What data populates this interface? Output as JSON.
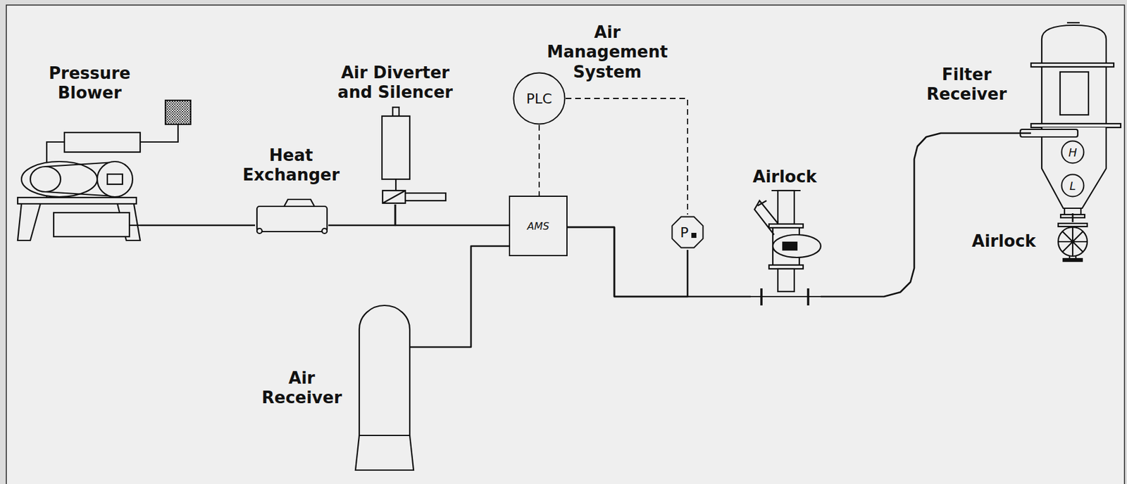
{
  "diagram": {
    "nodes": [
      {
        "text": [
          "Pressure Blower"
        ]
      },
      {
        "text": [
          "Heat Exchanger"
        ]
      },
      {
        "text": [
          "Air Diverter and Silencer"
        ]
      },
      {
        "text": [
          "Air Management System",
          "PLC"
        ]
      },
      {
        "text": [
          "AMS"
        ]
      },
      {
        "text": [
          "Air Receiver"
        ]
      },
      {
        "text": [
          "P"
        ]
      },
      {
        "text": [
          "Airlock"
        ]
      },
      {
        "text": [
          "Filter Receiver"
        ]
      },
      {
        "text": [
          "H"
        ],
        "in": 8
      },
      {
        "text": [
          "L"
        ],
        "in": 8
      },
      {
        "text": [
          "Airlock"
        ]
      }
    ],
    "edges": [
      {
        "from": 0,
        "to": 1,
        "arrow": "none"
      },
      {
        "from": 1,
        "to": 2,
        "arrow": "none"
      },
      {
        "from": 2,
        "to": 4,
        "arrow": "none"
      },
      {
        "from": 3,
        "to": 4,
        "arrow": "none"
      },
      {
        "from": 3,
        "to": 6,
        "arrow": "none"
      },
      {
        "from": 5,
        "to": 4,
        "arrow": "none"
      },
      {
        "from": 4,
        "to": 7,
        "arrow": "none"
      },
      {
        "from": 4,
        "to": 6,
        "arrow": "none"
      },
      {
        "from": 7,
        "to": 8,
        "arrow": "none"
      },
      {
        "from": 8,
        "to": 11,
        "arrow": "none"
      }
    ]
  }
}
